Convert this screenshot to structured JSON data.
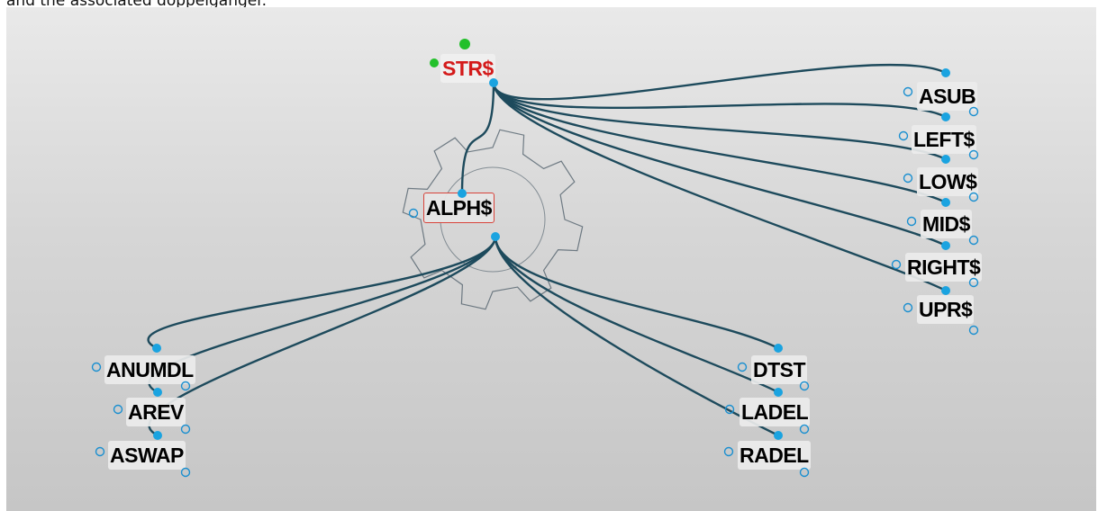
{
  "caption": "and the associated doppelganger.",
  "colors": {
    "edge": "#1d4a5c",
    "port_fill": "#1aa3e0",
    "port_ring": "#1a8fd0",
    "root_text": "#d41a1a",
    "selected_border": "#d8433a",
    "root_dot": "#22c02a"
  },
  "icons": [
    "gear-outline-icon",
    "green-dot-icon",
    "blue-port-dot-icon",
    "hollow-port-ring-icon"
  ],
  "graph": {
    "root": {
      "id": "root",
      "label": "STR$"
    },
    "selected": {
      "id": "sel",
      "label": "ALPH$"
    },
    "right_column": [
      {
        "id": "asub",
        "label": "ASUB"
      },
      {
        "id": "left",
        "label": "LEFT$"
      },
      {
        "id": "low",
        "label": "LOW$"
      },
      {
        "id": "mid",
        "label": "MID$"
      },
      {
        "id": "right",
        "label": "RIGHT$"
      },
      {
        "id": "upr",
        "label": "UPR$"
      }
    ],
    "left_group": [
      {
        "id": "anumdl",
        "label": "ANUMDL"
      },
      {
        "id": "arev",
        "label": "AREV"
      },
      {
        "id": "aswap",
        "label": "ASWAP"
      }
    ],
    "mid_group": [
      {
        "id": "dtst",
        "label": "DTST"
      },
      {
        "id": "ladel",
        "label": "LADEL"
      },
      {
        "id": "radel",
        "label": "RADEL"
      }
    ],
    "edges": [
      [
        "root",
        "sel"
      ],
      [
        "root",
        "asub"
      ],
      [
        "root",
        "left"
      ],
      [
        "root",
        "low"
      ],
      [
        "root",
        "mid"
      ],
      [
        "root",
        "right"
      ],
      [
        "root",
        "upr"
      ],
      [
        "sel",
        "anumdl"
      ],
      [
        "sel",
        "arev"
      ],
      [
        "sel",
        "aswap"
      ],
      [
        "sel",
        "dtst"
      ],
      [
        "sel",
        "ladel"
      ],
      [
        "sel",
        "radel"
      ]
    ]
  }
}
